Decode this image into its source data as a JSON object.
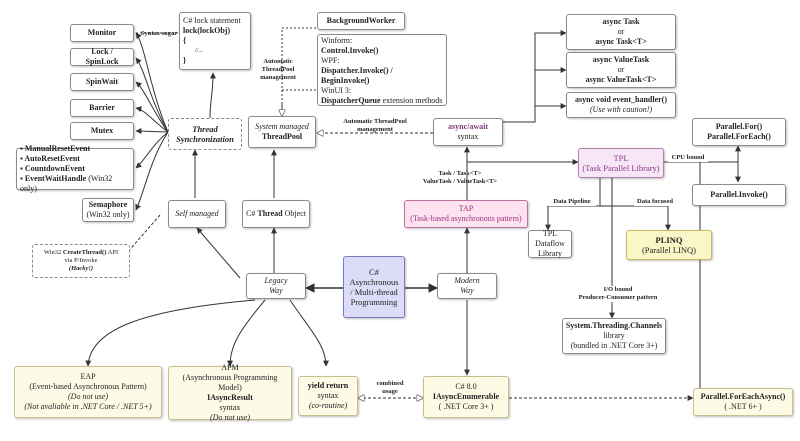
{
  "left_tools": {
    "monitor": "Monitor",
    "lock": "Lock / SpinLock",
    "spinwait": "SpinWait",
    "barrier": "Barrier",
    "mutex": "Mutex",
    "events": [
      "ManualResetEvent",
      "AutoResetEvent",
      "CountdownEvent",
      "EventWaitHandle"
    ],
    "events_note": "(Win32 only)",
    "semaphore": "Semaphore",
    "semaphore_note": "(Win32 only)"
  },
  "syntax_sugar": "Syntax sugar",
  "lock_statement": {
    "title": "C# lock statement",
    "line1": "lock(lockObj)",
    "line2": "{",
    "line3": "//...",
    "line4": "}"
  },
  "thread_sync": "Thread Synchronization",
  "self_managed": "Self managed",
  "win32": {
    "line1_pre": "Win32",
    "line1_bold": "CreateThread()",
    "line1_post": "API",
    "line2": "via P/Invoke",
    "line3": "(Hacky!)"
  },
  "auto_pool_label": "Automatic ThreadPool management",
  "system_managed": {
    "line1": "System managed",
    "line2": "ThreadPool"
  },
  "background_worker": "BackgroundWorker",
  "ui_invoke": {
    "winform_label": "Winform:",
    "winform_code": "Control.Invoke()",
    "wpf_label": "WPF:",
    "wpf_code": "Dispatcher.Invoke() / BeginInvoke()",
    "winui_label": "WinUI 3:",
    "winui_code": "DispatcherQueue",
    "winui_post": "extension methods"
  },
  "thread_object": {
    "pre": "C#",
    "bold": "Thread",
    "post": "Object"
  },
  "legacy": {
    "line1": "Legacy",
    "line2": "Way"
  },
  "center": {
    "line1": "C#",
    "line2": "Asynchronous",
    "line3": "/ Multi-thread",
    "line4": "Programming"
  },
  "modern": {
    "line1": "Modern",
    "line2": "Way"
  },
  "tap": {
    "line1": "TAP",
    "line2": "(Task-based asynchronous pattern)"
  },
  "async_await": {
    "line1": "async/await",
    "line2": "syntax"
  },
  "auto_pool_label2": "Automatic ThreadPool management",
  "async_task": {
    "line1": "async Task",
    "line2": "or",
    "line3": "async Task<T>"
  },
  "async_valuetask": {
    "line1": "async ValueTask",
    "line2": "or",
    "line3": "async ValueTask<T>"
  },
  "async_void": {
    "line1": "async void event_handler()",
    "line2": "(Use with caution!)"
  },
  "task_types_label": {
    "line1": "Task / Task<T>",
    "line2": "ValueTask / ValueTask<T>"
  },
  "tpl": {
    "line1": "TPL",
    "line2": "(Task Parallel Library)"
  },
  "cpu_bound": "CPU bound",
  "parallel_for": {
    "line1": "Parallel.For()",
    "line2": "Parallel.ForEach()"
  },
  "parallel_invoke": "Parallel.Invoke()",
  "data_pipeline": "Data Pipeline",
  "data_focused": "Data focused",
  "tpl_dataflow": {
    "line1": "TPL Dataflow",
    "line2": "Library"
  },
  "plinq": {
    "line1": "PLINQ",
    "line2": "(Parallel LINQ)"
  },
  "io_bound": {
    "line1": "I/O bound",
    "line2": "Producer-Consumer pattern"
  },
  "channels": {
    "line1": "System.Threading.Channels",
    "line2": "library",
    "line3": "(bundled in .NET Core 3+)"
  },
  "eap": {
    "line1": "EAP",
    "line2": "(Event-based Asynchronous Pattern)",
    "line3": "(Do not use)",
    "line4": "(Not avaliable in .NET Core / .NET 5+)"
  },
  "apm": {
    "line1": "APM",
    "line2": "(Asynchronous Programming Model)",
    "line3": "IAsyncResult",
    "line4": "syntax",
    "line5": "(Do not use)"
  },
  "yield": {
    "line1": "yield return",
    "line2": "syntax",
    "line3": "(co-routine)"
  },
  "combined_usage": {
    "line1": "combined",
    "line2": "usage"
  },
  "csharp8": {
    "line1": "C# 8.0",
    "line2": "IAsyncEnumerable",
    "line3": "( .NET Core 3+ )"
  },
  "foreach_async": {
    "line1": "Parallel.ForEachAsync()",
    "line2": "( .NET 6+ )"
  },
  "colors": {
    "center": "#dcdcf8",
    "tpl": "#f6e6f6",
    "plinq": "#fbf6c8",
    "tap": "#fde2f0",
    "bottom": "#fdfbe6"
  }
}
